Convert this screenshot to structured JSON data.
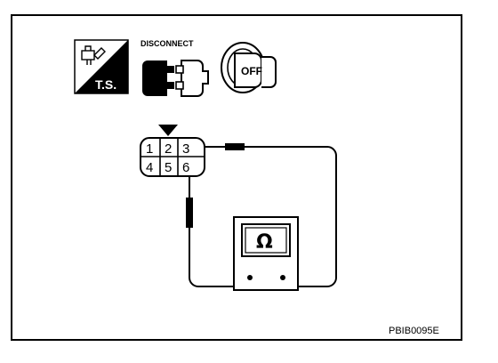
{
  "icons": {
    "ts_label": "T.S.",
    "disconnect_label": "DISCONNECT",
    "ignition_label": "OFF"
  },
  "connector": {
    "pins": [
      "1",
      "2",
      "3",
      "4",
      "5",
      "6"
    ]
  },
  "meter": {
    "symbol": "Ω"
  },
  "figure_code": "PBIB0095E",
  "colors": {
    "line": "#000000",
    "background": "#ffffff"
  }
}
